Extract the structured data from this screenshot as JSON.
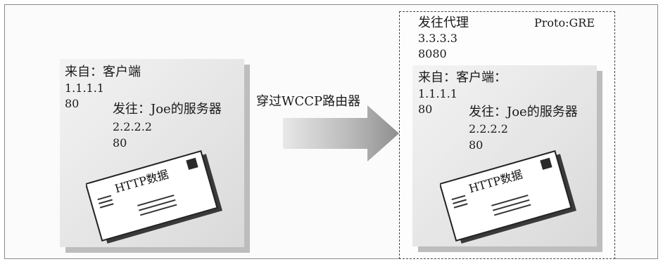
{
  "left_packet": {
    "from_label": "来自：客户端",
    "from_ip": "1.1.1.1",
    "from_port": "80",
    "to_label": "发往：Joe的服务器",
    "to_ip": "2.2.2.2",
    "to_port": "80",
    "envelope_label": "HTTP数据"
  },
  "arrow": {
    "label": "穿过WCCP路由器"
  },
  "right_packet": {
    "outer_to_label": "发往代理",
    "outer_ip": "3.3.3.3",
    "outer_port": "8080",
    "proto": "Proto:GRE",
    "from_label": "来自：客户端：",
    "from_ip": "1.1.1.1",
    "from_port": "80",
    "to_label": "发往：Joe的服务器",
    "to_ip": "2.2.2.2",
    "to_port": "80",
    "envelope_label": "HTTP数据"
  }
}
